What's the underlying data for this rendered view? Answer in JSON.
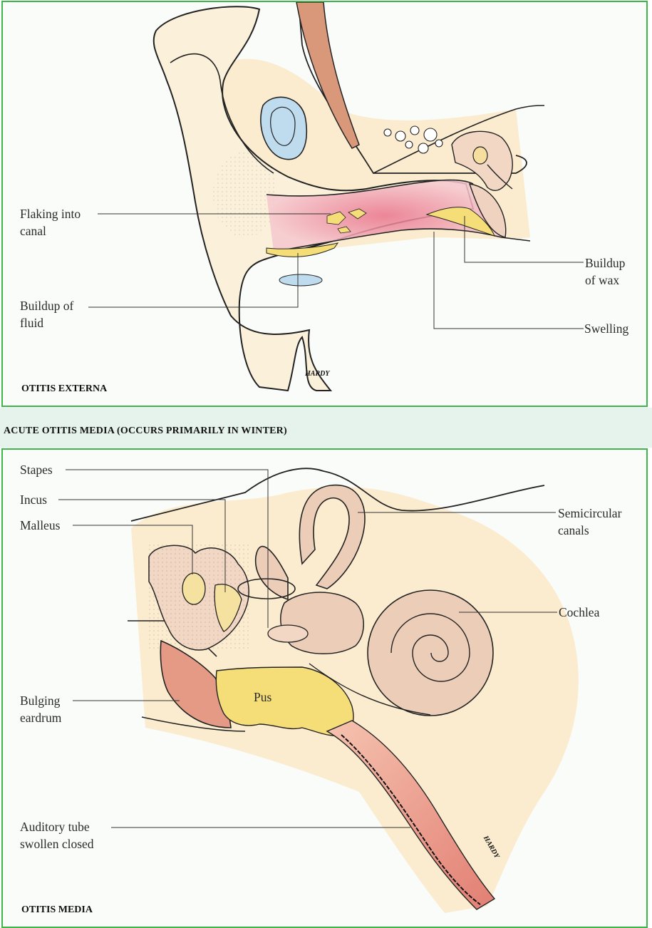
{
  "top_panel": {
    "caption": "OTITIS EXTERNA",
    "signature": "HARDY",
    "labels": {
      "flaking": "Flaking into\ncanal",
      "fluid": "Buildup of\nfluid",
      "wax": "Buildup\nof wax",
      "swelling": "Swelling"
    }
  },
  "band_title": "ACUTE OTITIS MEDIA (OCCURS PRIMARILY IN WINTER)",
  "bottom_panel": {
    "caption": "OTITIS MEDIA",
    "signature": "HARDY",
    "labels": {
      "stapes": "Stapes",
      "incus": "Incus",
      "malleus": "Malleus",
      "semicircular": "Semicircular\ncanals",
      "cochlea": "Cochlea",
      "pus": "Pus",
      "bulging": "Bulging\neardrum",
      "auditory": "Auditory tube\nswollen closed"
    }
  },
  "colors": {
    "border": "#3db74a",
    "skin": "#fbeccf",
    "inflamed": "#ee9aa8",
    "wax_fluid": "#f5de78",
    "cartilage": "#bfdcef",
    "bone": "#eccdb8",
    "muscle": "#d9987a"
  }
}
